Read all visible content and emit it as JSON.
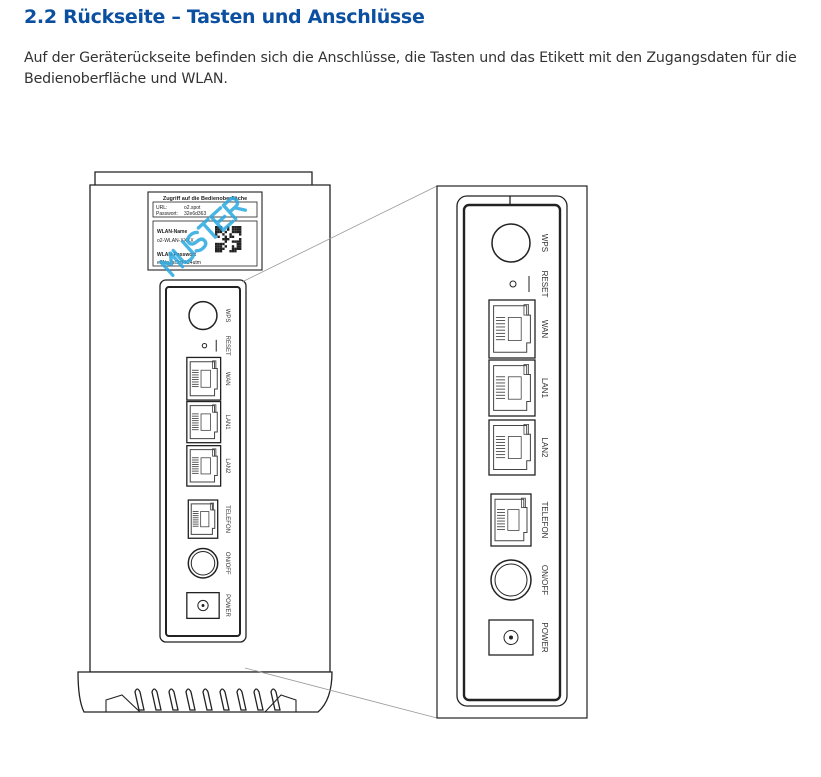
{
  "heading": "2.2 Rückseite – Tasten und Anschlüsse",
  "intro": "Auf der Geräterückseite befinden sich die Anschlüsse, die Tasten und das Etikett mit den Zugangsdaten für die Bedienoberfläche und WLAN.",
  "figure": {
    "label": {
      "title": "Zugriff auf die Bedienoberfläche",
      "url_label": "URL:",
      "url_value": "o2.spot",
      "password_label": "Passwort:",
      "password_value": "32e6d363",
      "wlan_name_label": "WLAN-Name",
      "wlan_name_value": "o2-WLAN-XXXX",
      "wlan_password_label": "WLAN-Passwort",
      "wlan_password_value": "e8Ng2aCHPlC4utm",
      "watermark": "MUSTER"
    },
    "ports": [
      "WPS",
      "RESET",
      "WAN",
      "LAN1",
      "LAN2",
      "TELEFON",
      "ON/OFF",
      "POWER"
    ],
    "watermark_color": "#29a8e0"
  }
}
